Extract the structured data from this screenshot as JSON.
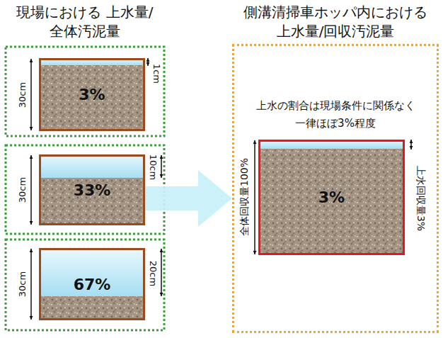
{
  "diagram": {
    "nodes": [
      {
        "text": [
          "3%"
        ]
      },
      {
        "text": [
          "33%"
        ]
      },
      {
        "text": [
          "67%"
        ]
      },
      {
        "text": [
          "側溝清掃車ホッパ内における 上水量/回収汚泥量",
          "上水の割合は現場条件に関係なく 一律ほぼ3%程度"
        ]
      },
      {
        "text": [
          "3%"
        ],
        "in": 3
      }
    ],
    "edges": [
      {
        "from": 1,
        "to": 3,
        "arrow": "to"
      }
    ],
    "labels": [
      "現場における 上水量/全体汚泥量",
      "30cm",
      "1cm",
      "30cm",
      "10cm",
      "30cm",
      "20cm",
      "全体回収量100%",
      "上水回収量3%"
    ]
  }
}
